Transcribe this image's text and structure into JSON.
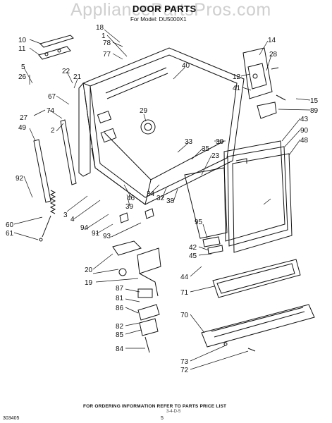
{
  "watermark": "AppliancePartsPros.com",
  "title": "DOOR PARTS",
  "model_line": "For Model: DU5000X1",
  "footer_note": "FOR ORDERING INFORMATION REFER TO PARTS PRICE LIST",
  "doc_code": "303405",
  "page_number": "5",
  "handwritten_note": "3-4-D-5",
  "callouts": [
    "10",
    "11",
    "18",
    "1",
    "78",
    "77",
    "14",
    "28",
    "5",
    "26",
    "22",
    "21",
    "40",
    "12",
    "41",
    "15",
    "89",
    "67",
    "74",
    "27",
    "29",
    "49",
    "2",
    "30",
    "43",
    "90",
    "48",
    "33",
    "35",
    "23",
    "92",
    "3",
    "4",
    "46",
    "39",
    "34",
    "32",
    "38",
    "60",
    "61",
    "94",
    "91",
    "93",
    "95",
    "42",
    "45",
    "20",
    "19",
    "87",
    "81",
    "86",
    "82",
    "85",
    "84",
    "44",
    "71",
    "70",
    "73",
    "72"
  ]
}
